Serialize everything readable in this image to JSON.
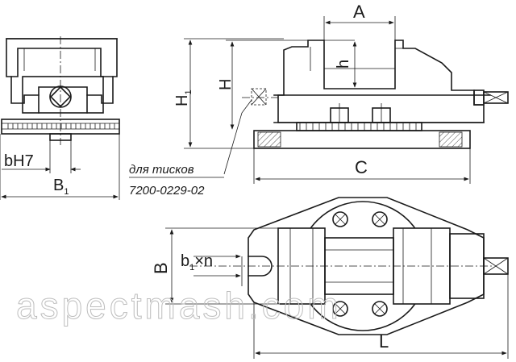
{
  "labels": {
    "A": "A",
    "h": "h",
    "H": "H",
    "H1_main": "H",
    "H1_sub": "1",
    "C": "C",
    "B": "B",
    "L": "L",
    "bH7": "bH7",
    "B1_main": "B",
    "B1_sub": "1",
    "b1n_main": "b",
    "b1n_sub": "1",
    "b1n_rest": "×n"
  },
  "note": {
    "line1": "для тисков",
    "line2": "7200-0229-02"
  },
  "watermark": "aspectmash.com",
  "colors": {
    "line": "#1a1a1a",
    "watermark": "#bdbdbd"
  }
}
